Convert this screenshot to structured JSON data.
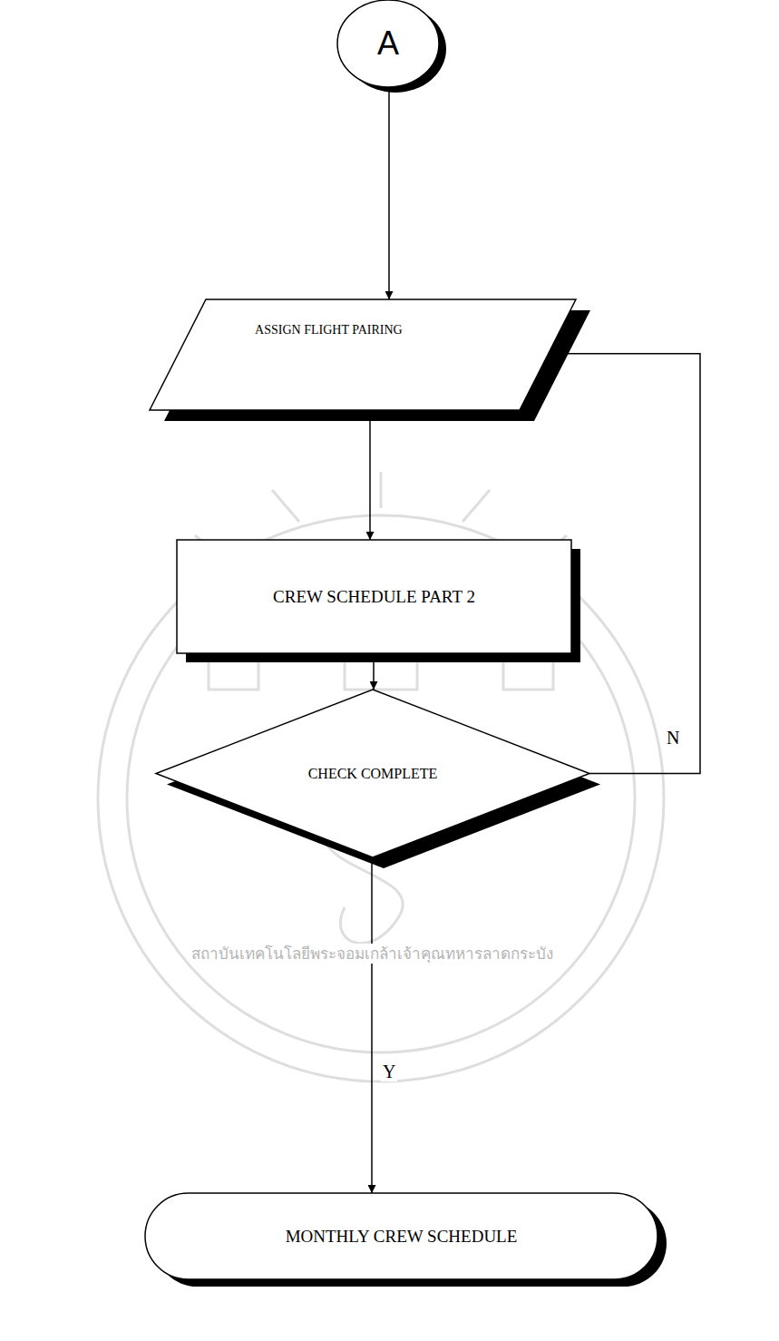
{
  "diagram": {
    "nodes": [
      {
        "text": [
          "A"
        ]
      },
      {
        "text": [
          "ASSIGN FLIGHT PAIRING"
        ]
      },
      {
        "text": [
          "CREW SCHEDULE PART 2"
        ]
      },
      {
        "text": [
          "CHECK COMPLETE"
        ]
      },
      {
        "text": [
          "MONTHLY CREW SCHEDULE"
        ]
      }
    ],
    "edges": [
      {
        "from": 0,
        "to": 1,
        "arrow": "to"
      },
      {
        "from": 1,
        "to": 2,
        "arrow": "to"
      },
      {
        "from": 2,
        "to": 3,
        "arrow": "to"
      },
      {
        "from": 3,
        "to": 4,
        "label": "Y",
        "arrow": "to"
      },
      {
        "from": 3,
        "to": 1,
        "label": "N",
        "arrow": "none"
      }
    ],
    "labels": [
      "สถาบันเทคโนโลยีพระจอมเกล้าเจ้าคุณทหารลาดกระบัง"
    ]
  }
}
